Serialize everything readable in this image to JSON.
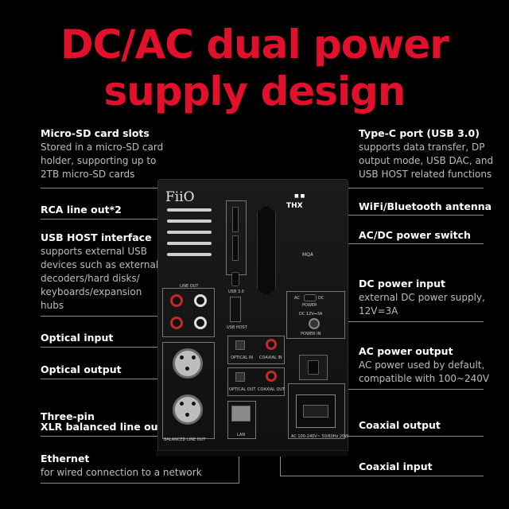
{
  "headline": {
    "line1": "DC/AC dual power",
    "line2": "supply design"
  },
  "callouts": {
    "micro_sd": {
      "title": "Micro-SD card slots",
      "desc": [
        "Stored in a micro-SD card",
        "holder, supporting up to",
        "2TB micro-SD cards"
      ]
    },
    "rca": {
      "title": "RCA line out*2"
    },
    "usb_host": {
      "title": "USB HOST interface",
      "desc": [
        "supports external USB",
        "devices such as external",
        "decoders/hard disks/",
        "keyboards/expansion",
        "hubs"
      ]
    },
    "optical_in": {
      "title": "Optical input"
    },
    "optical_out": {
      "title": "Optical output"
    },
    "xlr": {
      "title": [
        "Three-pin",
        "XLR balanced line out"
      ]
    },
    "ethernet": {
      "title": "Ethernet",
      "desc": "for wired connection to a network"
    },
    "type_c": {
      "title": "Type-C port (USB 3.0)",
      "desc": [
        "supports data transfer, DP",
        "output mode, USB DAC, and",
        "USB HOST related functions"
      ]
    },
    "wifi": {
      "title": "WiFi/Bluetooth antenna"
    },
    "power_switch": {
      "title": "AC/DC power switch"
    },
    "dc_in": {
      "title": "DC power input",
      "desc": [
        "external DC power supply,",
        "12V=3A"
      ]
    },
    "ac_out": {
      "title": "AC power output",
      "desc": [
        "AC power used by default,",
        "compatible with 100~240V"
      ]
    },
    "coax_out": {
      "title": "Coaxial output"
    },
    "coax_in": {
      "title": "Coaxial input"
    }
  },
  "device": {
    "brand": "FiiO",
    "panel_labels": {
      "line_out": "LINE OUT",
      "usb_30": "USB 3.0",
      "usb_host": "USB HOST",
      "optical_in": "OPTICAL IN",
      "coaxial_in": "COAXIAL IN",
      "optical_out": "OPTICAL OUT",
      "coaxial_out": "COAXIAL OUT",
      "balanced": "BALANCED  LINE OUT",
      "lan": "LAN",
      "ac_rating": "AC 100-240V~ 50/60Hz 20W",
      "power_in": "POWER IN",
      "dc_rating": "DC 12V⎓3A",
      "thx": "THX",
      "mqa": "MQA",
      "ac": "AC",
      "dc": "DC",
      "power": "POWER"
    }
  },
  "colors": {
    "headline": "#e1102b",
    "label": "#ffffff",
    "desc": "#bdbdbd",
    "rca_red": "#c62828",
    "rca_white": "#e0e0e0"
  }
}
